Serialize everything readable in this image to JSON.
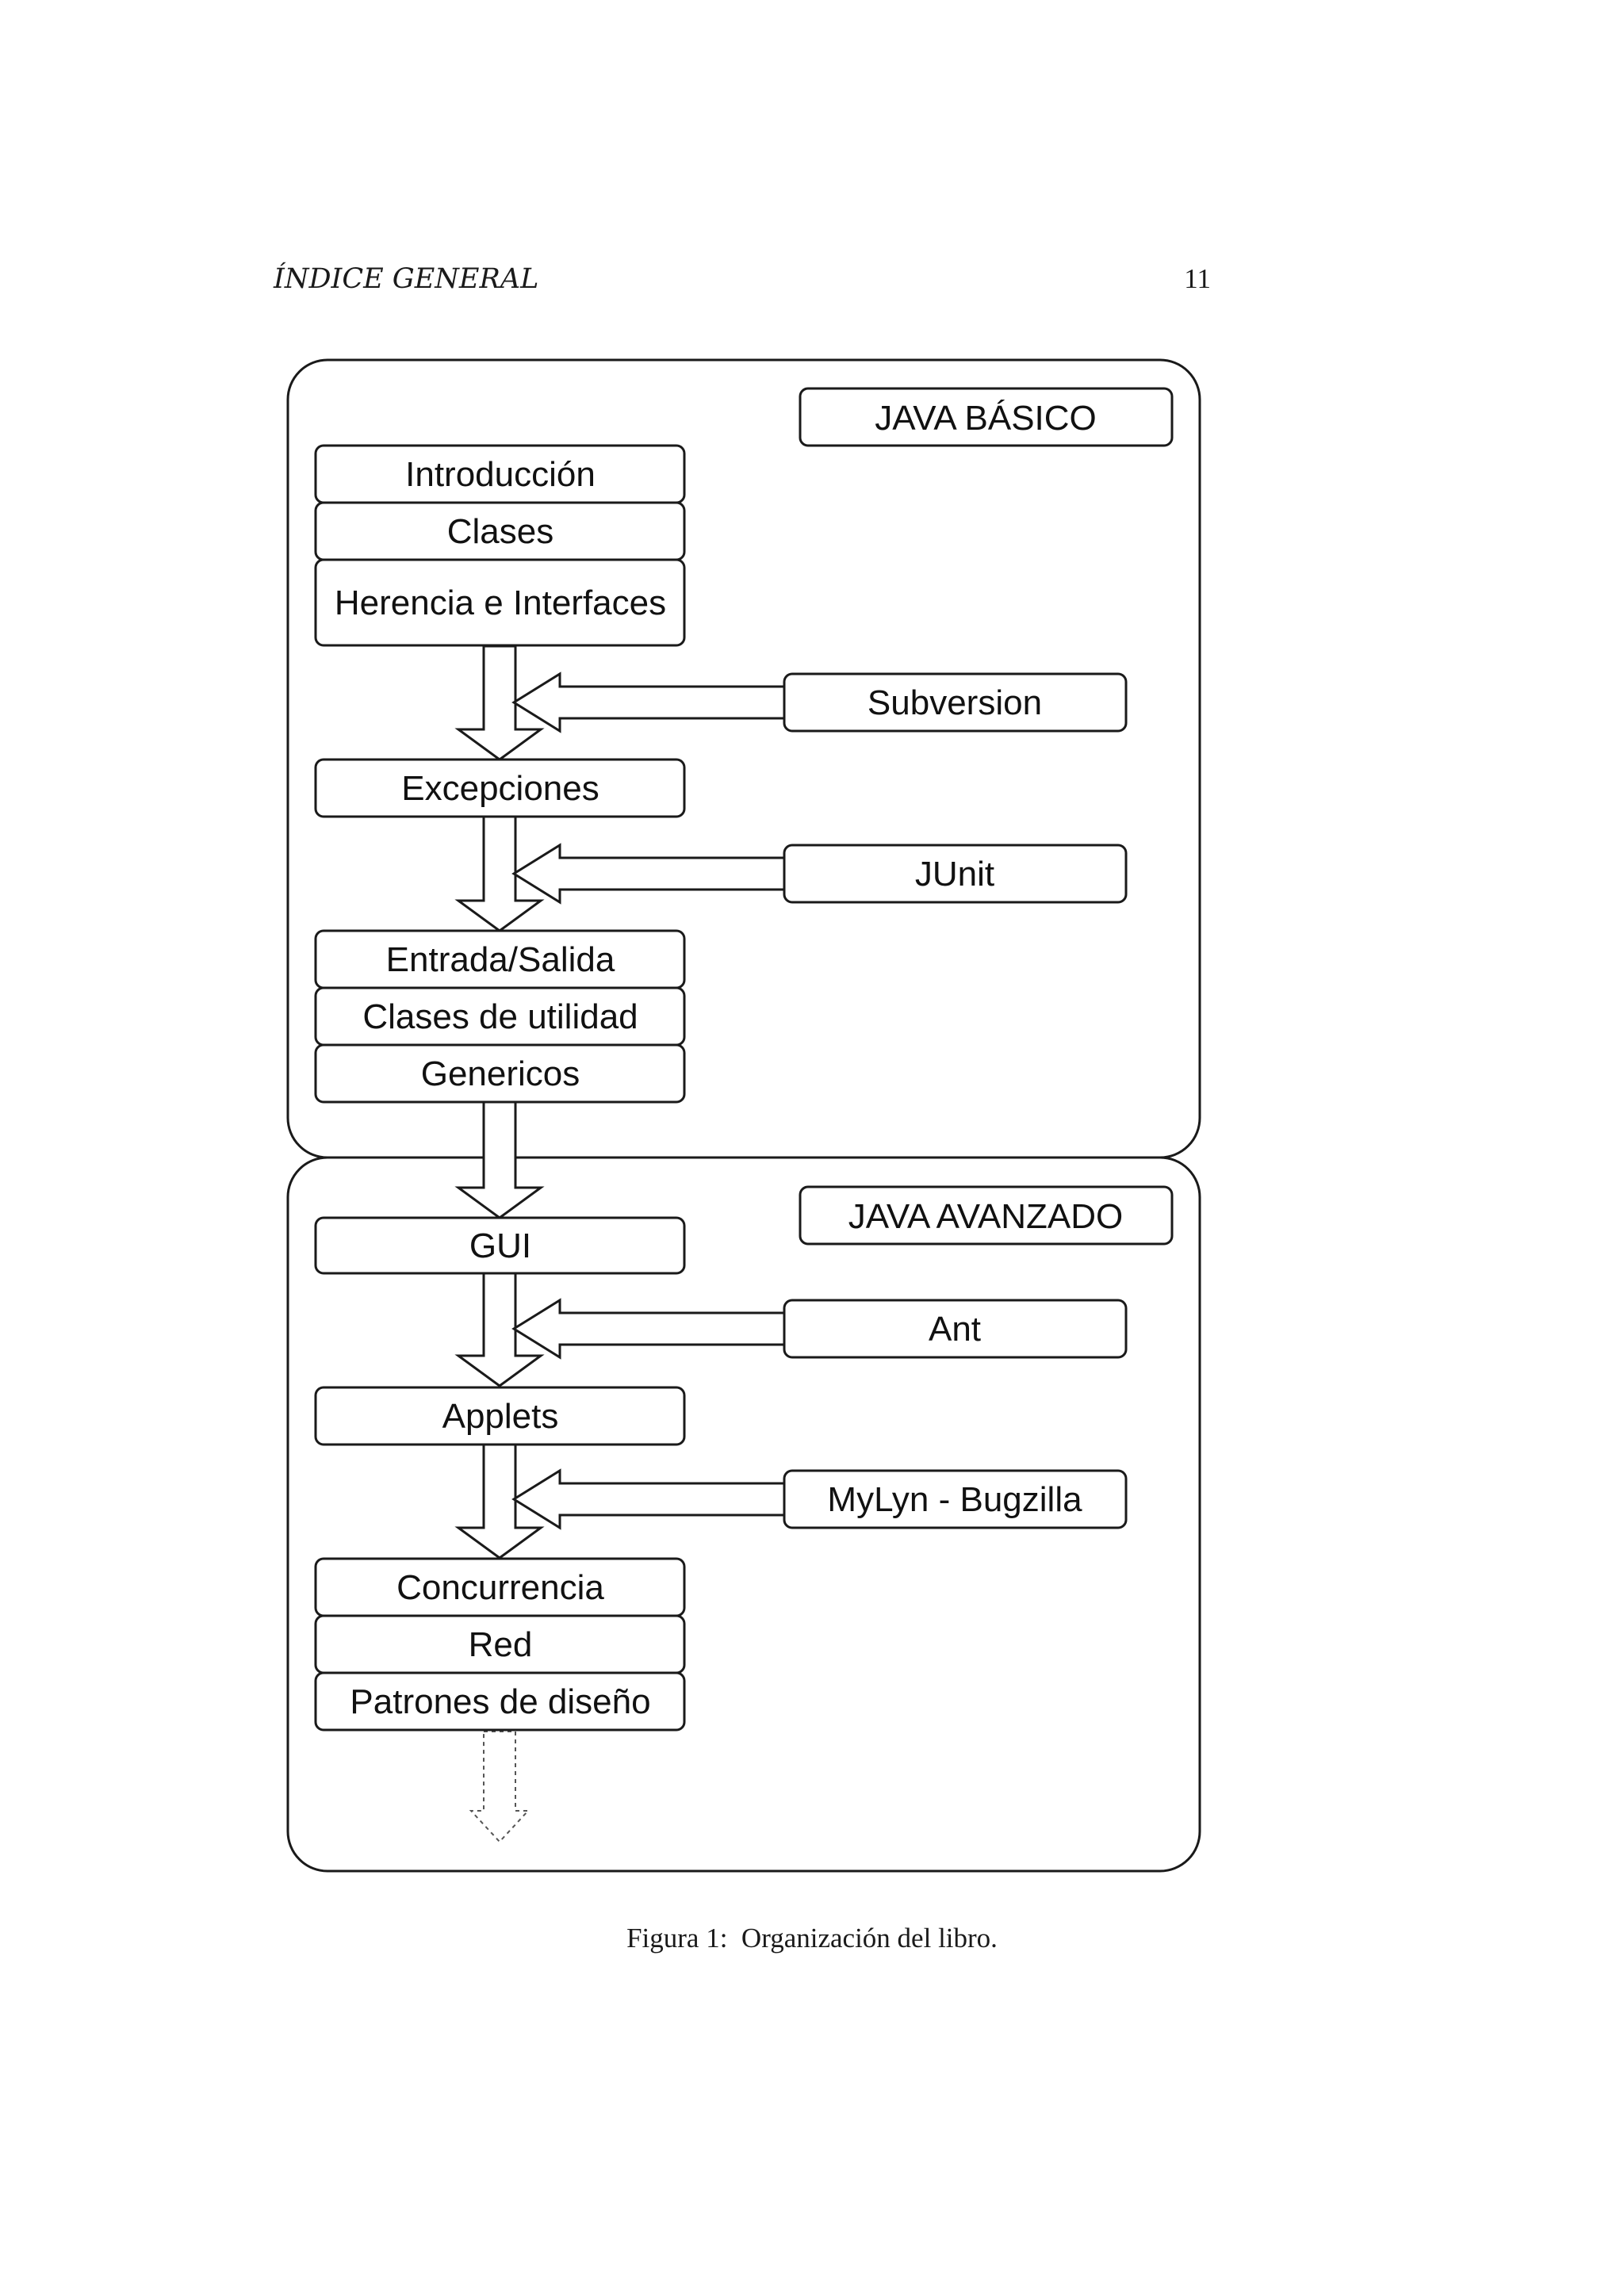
{
  "header": {
    "running_head": "ÍNDICE GENERAL",
    "page_number": "11"
  },
  "diagram": {
    "sections": [
      {
        "label": "JAVA BÁSICO",
        "chapters": [
          "Introducción",
          "Clases",
          "Herencia e Interfaces",
          "Excepciones",
          "Entrada/Salida",
          "Clases de utilidad",
          "Genericos"
        ],
        "tools": [
          "Subversion",
          "JUnit"
        ]
      },
      {
        "label": "JAVA AVANZADO",
        "chapters": [
          "GUI",
          "Applets",
          "Concurrencia",
          "Red",
          "Patrones de diseño"
        ],
        "tools": [
          "Ant",
          "MyLyn - Bugzilla"
        ]
      }
    ]
  },
  "caption": {
    "label": "Figura 1:",
    "text": "Organización del libro."
  }
}
